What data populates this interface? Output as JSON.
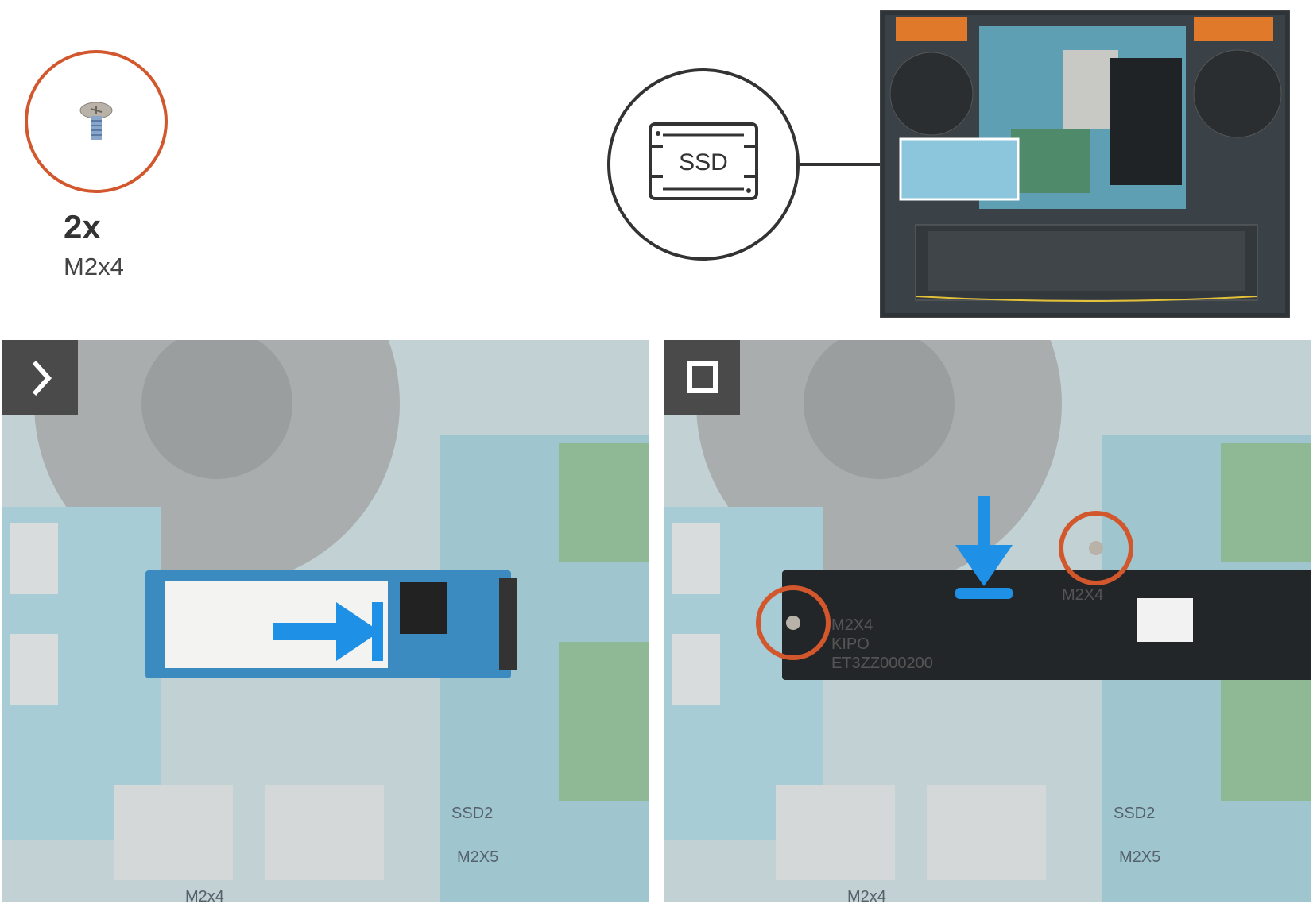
{
  "screw": {
    "quantity": "2x",
    "type": "M2x4",
    "icon": "screw-icon"
  },
  "overview": {
    "callout_label": "SSD",
    "icon": "ssd-icon"
  },
  "steps": [
    {
      "badge_icon": "chevron-right-icon",
      "board_labels": [
        "M2X5",
        "SSD2",
        "M2x4"
      ]
    },
    {
      "badge_icon": "square-stop-icon",
      "shield_text": [
        "M2X4",
        "KIPO",
        "ET3ZZ000200"
      ],
      "board_labels": [
        "M2X4",
        "M2X5",
        "SSD2",
        "M2x4"
      ]
    }
  ],
  "colors": {
    "callout_orange": "#d2572c",
    "arrow_blue": "#1e90e6",
    "badge": "#4a4a4a"
  }
}
